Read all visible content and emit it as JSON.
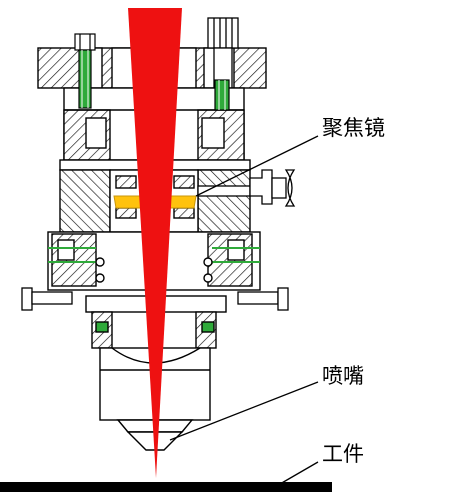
{
  "labels": {
    "focusing_lens": "聚焦镜",
    "nozzle": "喷嘴",
    "workpiece": "工件"
  },
  "colors": {
    "laser_beam": "#ee1111",
    "lens": "#ffc20e",
    "screw": "#2faa3a",
    "outline": "#000000",
    "hatch": "#111111"
  }
}
